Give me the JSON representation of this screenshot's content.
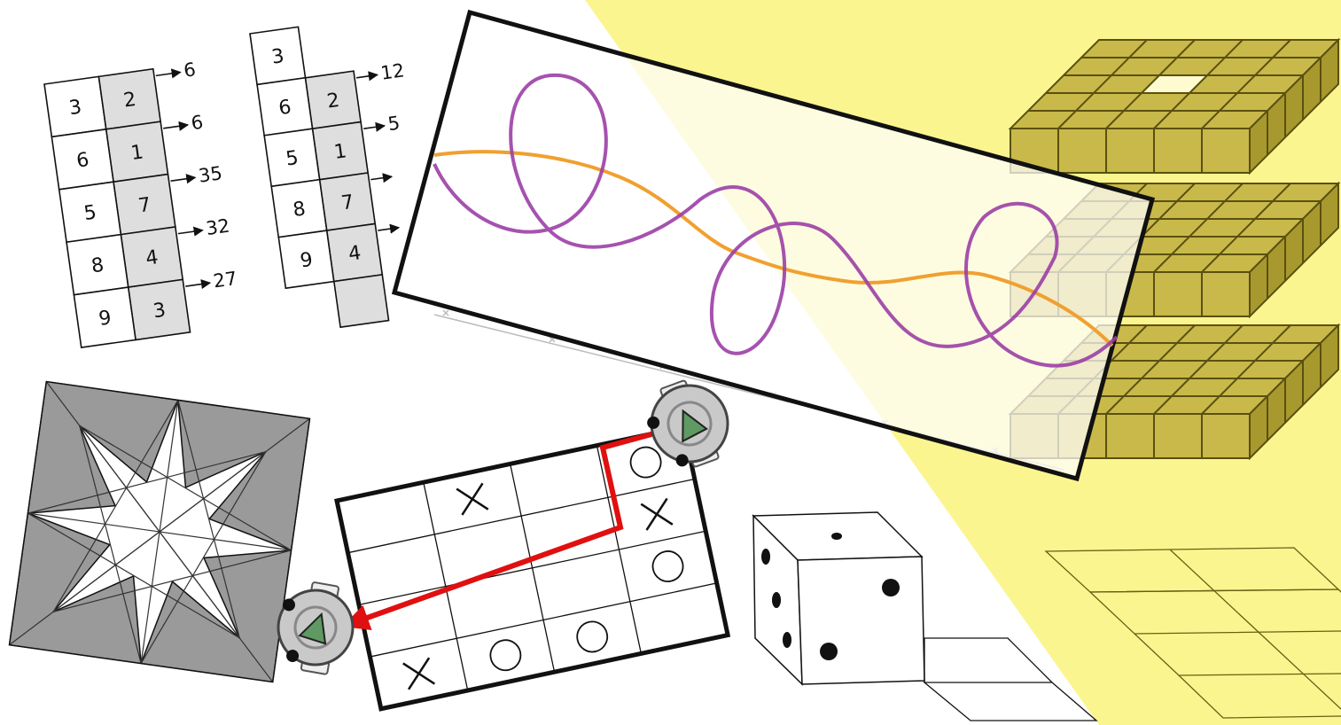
{
  "colors": {
    "background": "#ffffff",
    "highlight_yellow": "#fbf58f",
    "grid_stroke": "#111111",
    "shaded_cell": "#dedede",
    "star_shade": "#9a9a9a",
    "cube_olive": "#c8b94a",
    "path_purple": "#9b3fa6",
    "path_orange": "#f0a030",
    "robot_arrow_red": "#e01010",
    "robot_body": "#c9c9c9",
    "robot_triangle": "#5e9a62"
  },
  "table_left": {
    "left_col": [
      "3",
      "6",
      "5",
      "8",
      "9"
    ],
    "right_col": [
      "2",
      "1",
      "7",
      "4",
      "3"
    ],
    "products": [
      "6",
      "6",
      "35",
      "32",
      "27"
    ]
  },
  "table_right": {
    "top_cell": "3",
    "left_col": [
      "6",
      "5",
      "8",
      "9"
    ],
    "right_col": [
      "2",
      "1",
      "7",
      "4"
    ],
    "products": [
      "12",
      "5"
    ]
  },
  "robot_grid": {
    "rows": [
      [
        "",
        "x",
        "",
        "o"
      ],
      [
        "",
        "",
        "",
        "x"
      ],
      [
        "",
        "",
        "",
        "o"
      ],
      [
        "x",
        "o",
        "o",
        ""
      ]
    ]
  },
  "icons": {
    "robot_top": "robot-icon",
    "robot_left": "robot-icon",
    "die": "die-icon",
    "star": "eight-point-star-icon",
    "cubes": "cube-layers-icon"
  }
}
